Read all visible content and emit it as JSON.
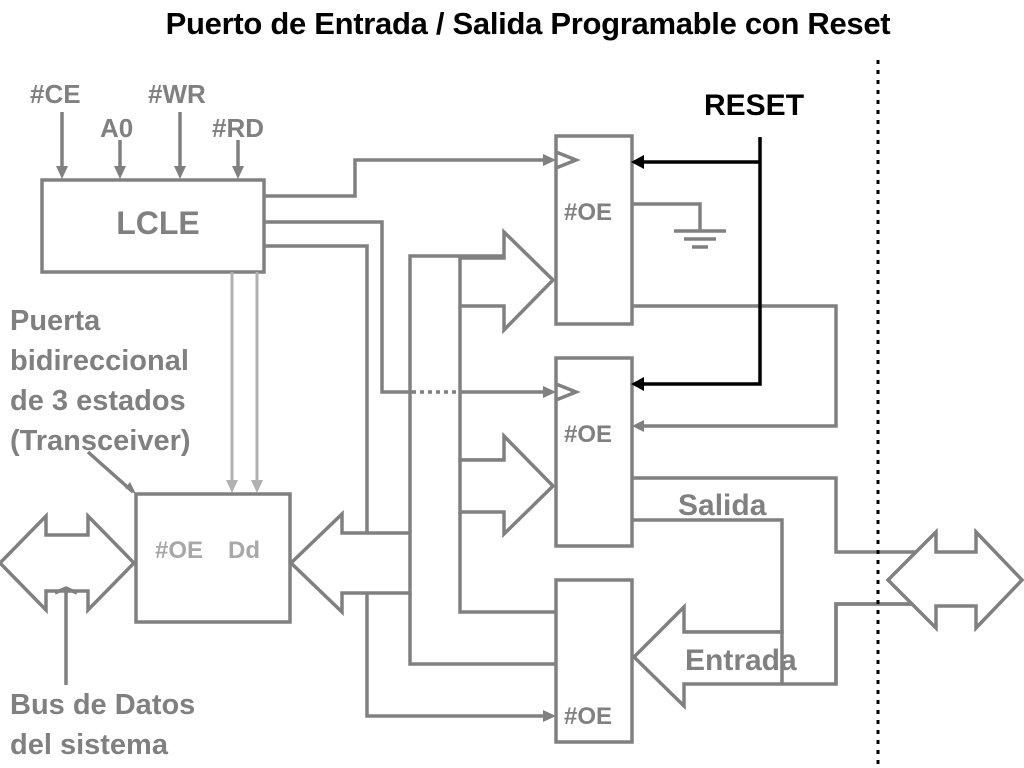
{
  "title": "Puerto de Entrada / Salida Programable con Reset",
  "inputs": {
    "ce": "#CE",
    "a0": "A0",
    "wr": "#WR",
    "rd": "#RD"
  },
  "blocks": {
    "lcle": "LCLE",
    "transceiver_oe": "#OE",
    "transceiver_dd": "Dd",
    "reg_top_oe": "#OE",
    "reg_mid_oe": "#OE",
    "buffer_bottom_oe": "#OE"
  },
  "labels": {
    "reset": "RESET",
    "transceiver_desc": [
      "Puerta",
      "bidireccional",
      "de 3 estados",
      "(Transceiver)"
    ],
    "bus_desc": [
      "Bus de Datos",
      "del sistema"
    ],
    "salida": "Salida",
    "entrada": "Entrada"
  },
  "colors": {
    "line": "#808080",
    "light_line": "#b0b0b0",
    "reset_line": "#000000"
  }
}
